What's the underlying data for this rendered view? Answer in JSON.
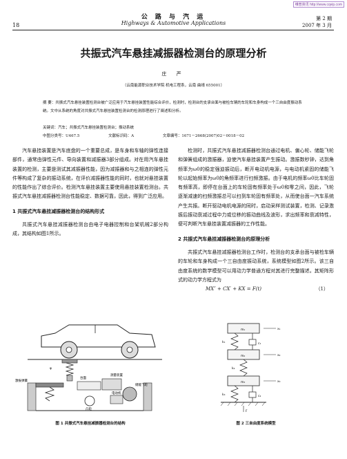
{
  "watermark": "维普资讯 http://www.cqvip.com",
  "header": {
    "page_number": "18",
    "journal_cn": "公 路 与 汽 运",
    "journal_en": "Highways & Automotive Applications",
    "issue_no": "第 2 期",
    "issue_date": "2007 年 3 月"
  },
  "article": {
    "title": "共振式汽车悬挂减振器检测台的原理分析",
    "author": "庄 严",
    "affiliation": "（云南能源职业技术学院 机电工程系，云南 曲靖 655001）",
    "abstract": "摘 要：共振式汽车悬挂装置检测台被广泛应用于汽车悬挂装置性能综合评价，检测时，检测台的支承台面与被检车辆的车轮和车身构成一个三自由度振动系统。文中从系统的角度对共振式汽车悬挂装置检测台的检测原理进行了阐述和分析。",
    "keywords": "关键词：汽车；共振式汽车悬挂装置检测台；振动系统",
    "clc": "中图分类号：U467.5",
    "doc_code": "文献标识码：A",
    "article_no": "文章编号：1671－2668(2007)02－0018－02"
  },
  "left_column": {
    "p1": "汽车悬挂装置是汽车底盘的一个重要总成，是车身和车轴的弹性连接部件，通常由弹性元件、导向装置和减振器3部分组成。对在用汽车悬挂装置的检测，主要是测试其减振器性能，因为减振器和与之相连的弹性元件等构成了复杂的振动系统，在评价减振器性能的同时，也就对悬挂装置的性能作出了综合评价。检测汽车悬挂装置主要使用悬挂装置检测台。共振式汽车悬挂减振器检测台性能稳定、数据可靠，因此，得到广泛应用。",
    "sec1": "1 共振式汽车悬挂减振器检测台的结构形式",
    "p2": "共振式汽车悬挂减振器检测台由电子电器控制和台架机械2部分构成，其结构如图1所示。"
  },
  "right_column": {
    "p1": "检测时，共振式汽车悬挂减振器检测台通过电机、偏心轮、储能飞轮和弹簧组成的激振器，迫使汽车悬挂装置产生振动。激振数秒钟，达到角频率为ω0的稳定强迫振动后，断开电动机电源，与电动机紧固的储能飞轮以起始频率为ω0的角频率进行扫频激振。由于电机的频率ω0比车轮固有频率高，即停在台面上的车轮固有频率处于ω0和零之间，因此，飞轮逐渐减速的扫频激振总可以扫到车轮固有频率处，从而使台面一汽车系统产生共振。断开驱动电机电源的同时，启动采样测试装置，检测、记录激振后振动衰减过程中力或位移的振动曲线及波形，求出频率和衰减特性，便可判断汽车悬挂装置减振器的工作性能。",
    "sec2": "2 共振式汽车悬挂减振器检测台的原理分析",
    "p2": "共振式汽车悬挂减振器检测台工作时，检测台的支承台面与被检车辆的车轮和车身构成一个三自由度振动系统，系统模型如图2所示。该三自由度系统的数学模型可以用动力学普通方程对其进行完整描述。其矩阵形式的动力学方程式为",
    "formula": "MX″ + CX′ + KX = F(t)",
    "formula_no": "（1）"
  },
  "figure1": {
    "caption": "图 1 共振式汽车悬挂减振器检测台的结构",
    "labels": {
      "spring": "激振弹簧",
      "platform": "台面",
      "sensor": "测量装置",
      "flywheel": "储能飞轮",
      "motor": "电动机",
      "eccentric": "凸轮",
      "phi": "φ"
    }
  },
  "figure2": {
    "caption": "图 2 三自由度系统模型",
    "labels": {
      "m1": "m₁",
      "m2": "m₂",
      "m3": "m₃",
      "k1": "k₁",
      "k2": "k₂",
      "k3": "k₃",
      "c1": "c₁",
      "c2": "c₂",
      "x1": "x₁",
      "x2": "x₂",
      "x3": "x₃",
      "f": "F"
    }
  }
}
